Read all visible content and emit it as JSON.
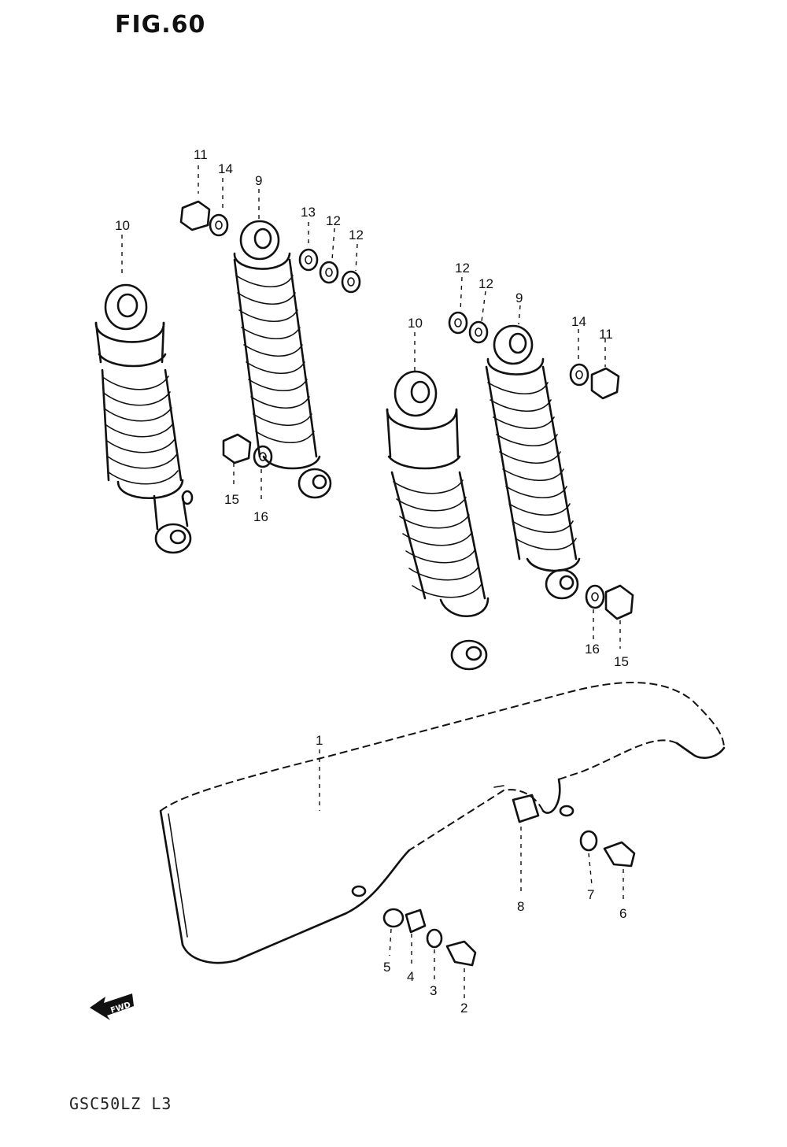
{
  "figure": {
    "title": "FIG.60",
    "model_code": "GSC50LZ L3",
    "direction_marker": "FWD"
  },
  "callouts": {
    "c1": "1",
    "c2": "2",
    "c3": "3",
    "c4": "4",
    "c5": "5",
    "c6": "6",
    "c7": "7",
    "c8": "8",
    "c9a": "9",
    "c9b": "9",
    "c10a": "10",
    "c10b": "10",
    "c11a": "11",
    "c11b": "11",
    "c12a": "12",
    "c12b": "12",
    "c12c": "12",
    "c12d": "12",
    "c13": "13",
    "c14a": "14",
    "c14b": "14",
    "c15a": "15",
    "c15b": "15",
    "c16a": "16",
    "c16b": "16"
  },
  "parts": [
    {
      "name": "chain-case",
      "ref": "1"
    },
    {
      "name": "bolt",
      "ref": "2"
    },
    {
      "name": "washer",
      "ref": "3"
    },
    {
      "name": "spacer",
      "ref": "4"
    },
    {
      "name": "cushion",
      "ref": "5"
    },
    {
      "name": "bolt",
      "ref": "6"
    },
    {
      "name": "washer",
      "ref": "7"
    },
    {
      "name": "nut",
      "ref": "8"
    },
    {
      "name": "shock-absorber-right",
      "ref": "9"
    },
    {
      "name": "shock-absorber-left",
      "ref": "10"
    },
    {
      "name": "cap-nut",
      "ref": "11"
    },
    {
      "name": "washer",
      "ref": "12"
    },
    {
      "name": "washer",
      "ref": "13"
    },
    {
      "name": "washer",
      "ref": "14"
    },
    {
      "name": "cap-nut",
      "ref": "15"
    },
    {
      "name": "washer",
      "ref": "16"
    }
  ],
  "colors": {
    "ink": "#111111",
    "paper": "#ffffff"
  }
}
